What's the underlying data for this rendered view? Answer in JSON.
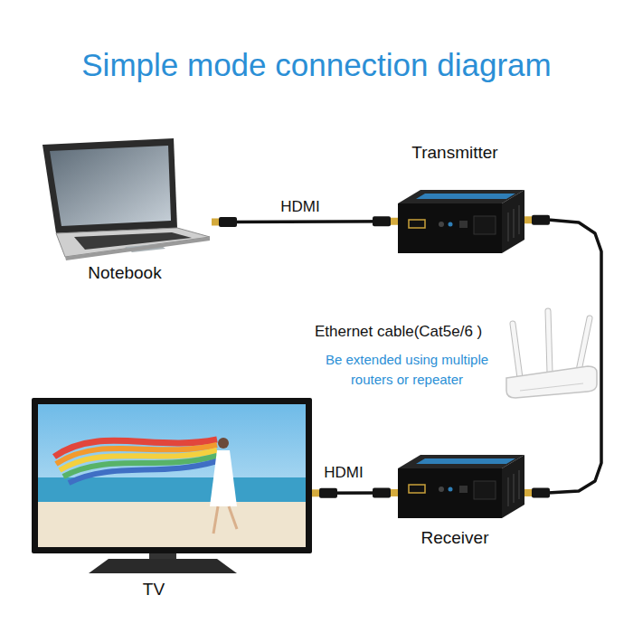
{
  "diagram": {
    "title": "Simple mode connection diagram",
    "nodes": [
      {
        "text": [
          "Notebook"
        ]
      },
      {
        "text": [
          "Transmitter"
        ]
      },
      {
        "text": [
          "Receiver"
        ]
      },
      {
        "text": [
          "TV"
        ]
      }
    ],
    "edges": [
      {
        "from": 0,
        "to": 1,
        "arrow": "none",
        "label": "HDMI"
      },
      {
        "from": 1,
        "to": 2,
        "arrow": "none",
        "label": "Ethernet cable(Cat5e/6 )"
      },
      {
        "from": 2,
        "to": 3,
        "arrow": "none",
        "label": "HDMI"
      }
    ],
    "labels": [
      "Be extended using multiple routers or repeater"
    ]
  }
}
